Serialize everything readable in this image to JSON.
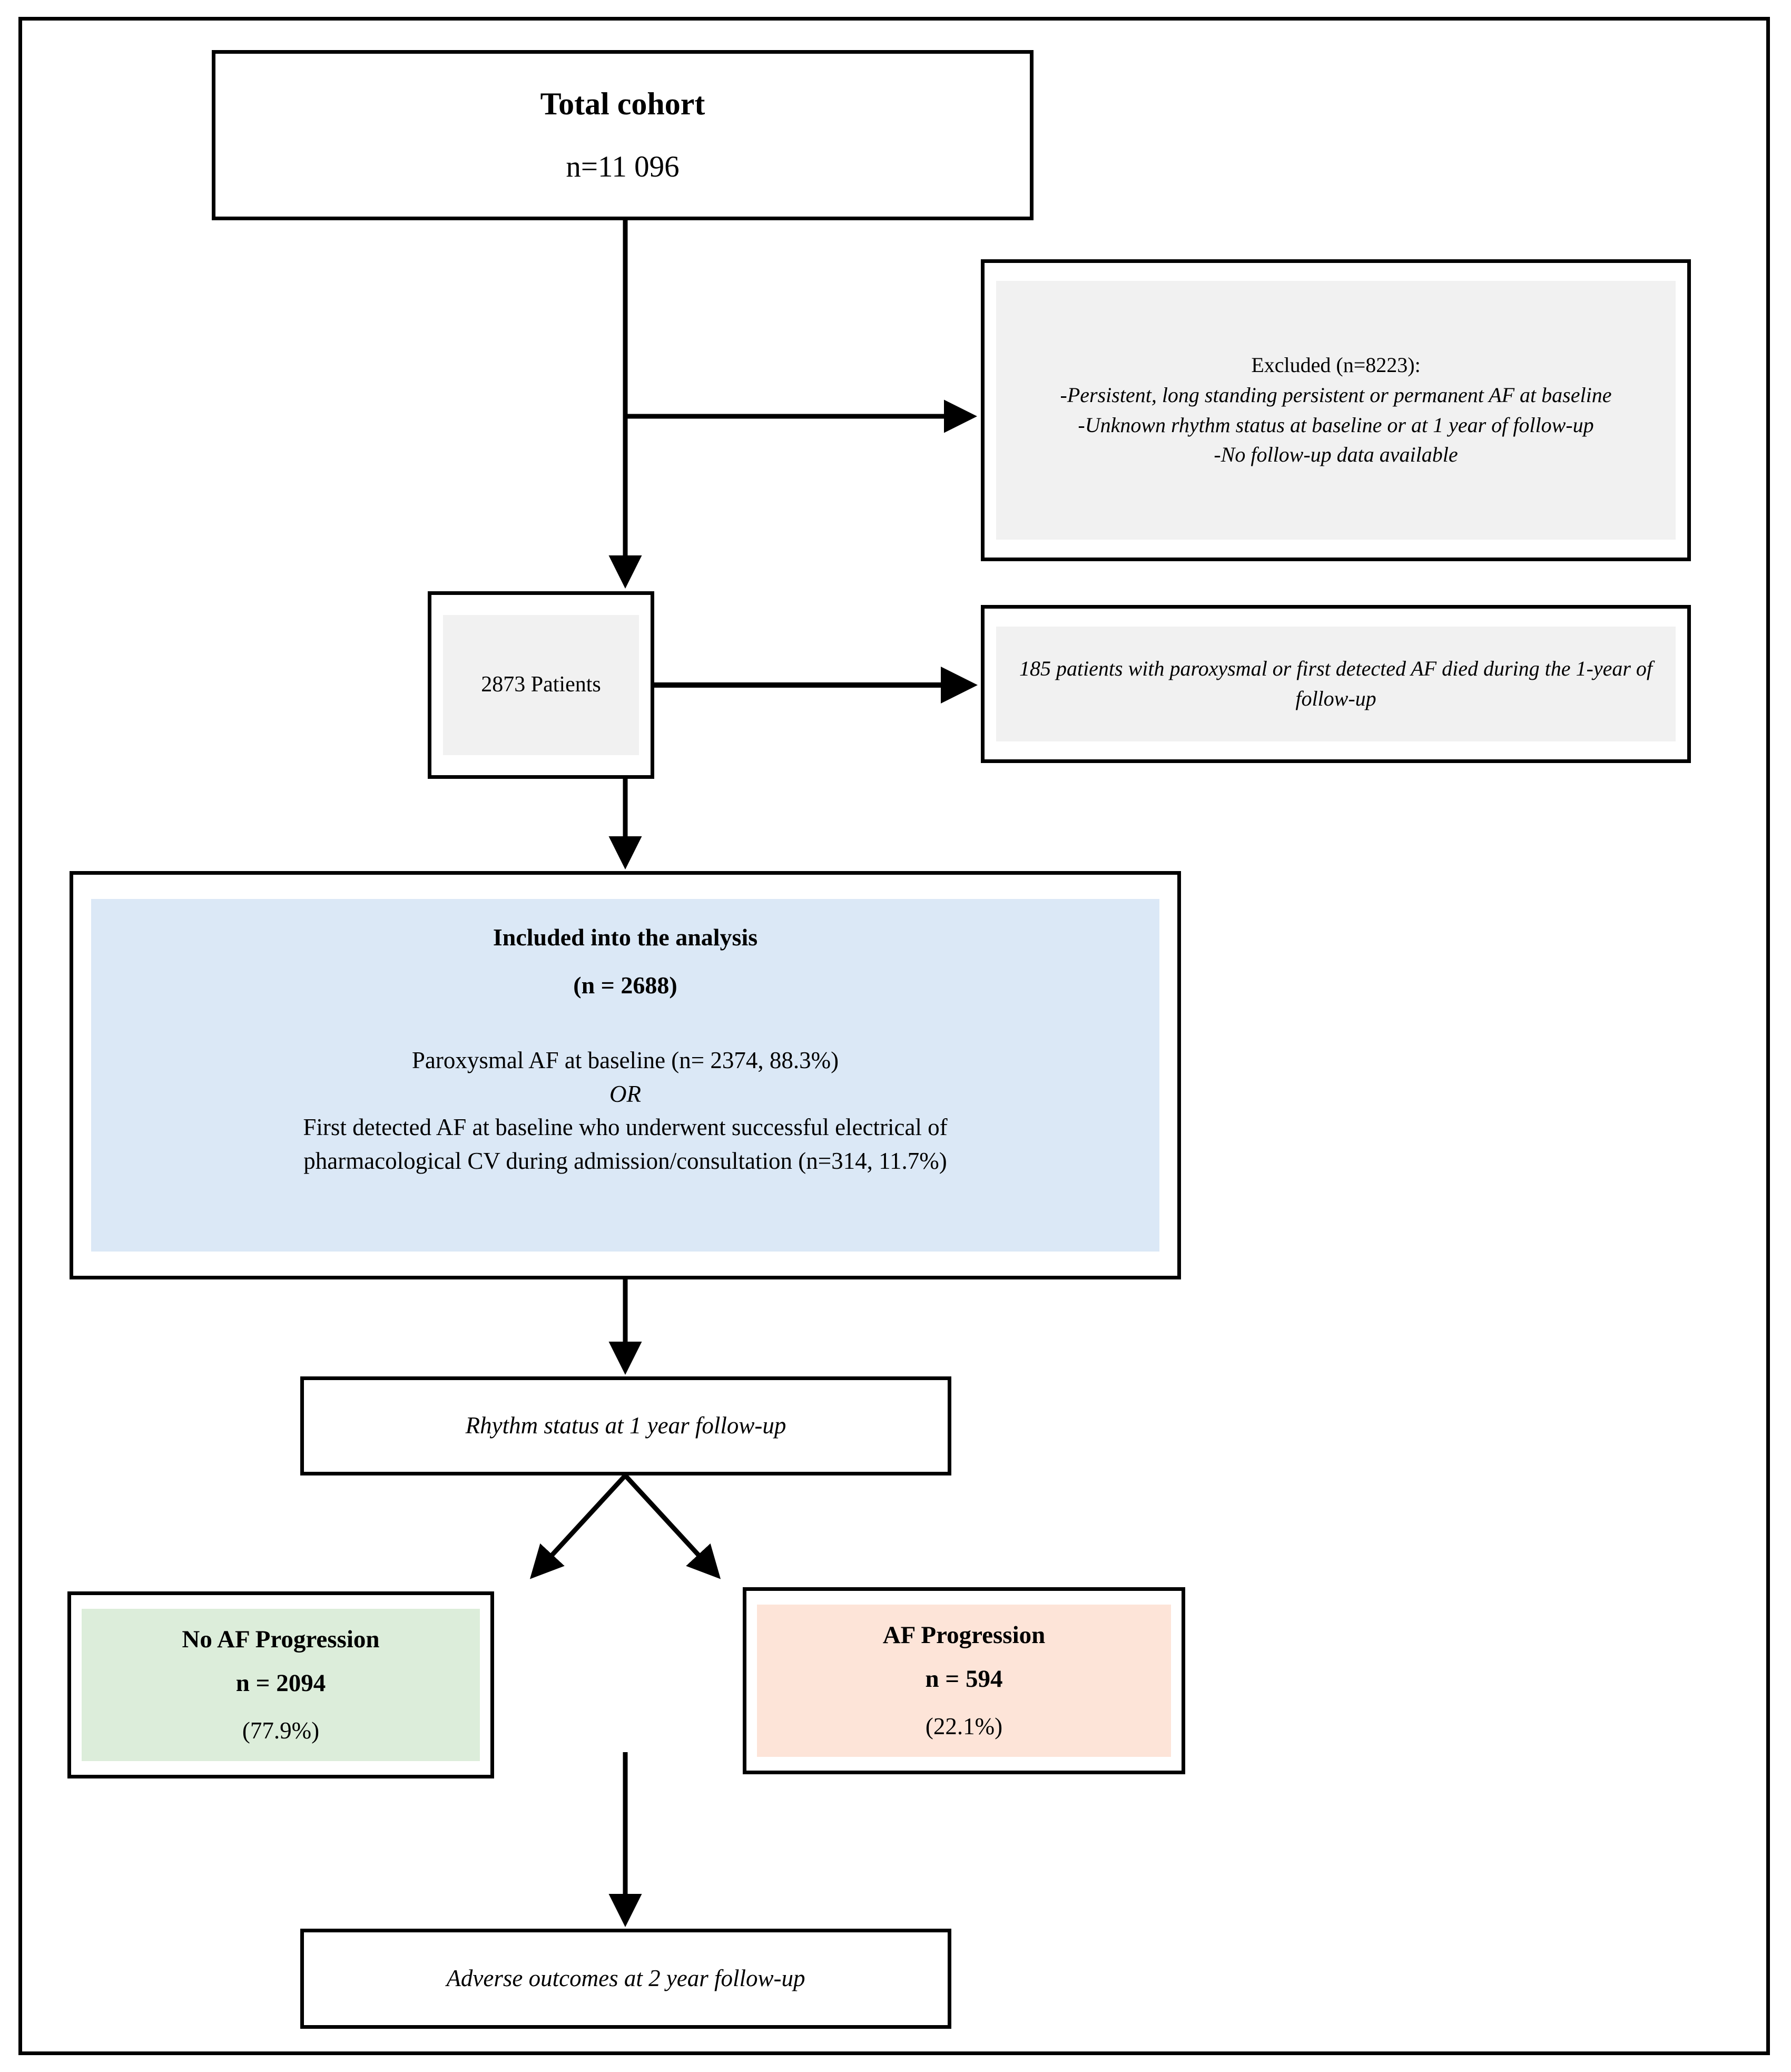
{
  "figure": {
    "type": "flowchart",
    "domain": "study-participant-flow-diagram",
    "colors": {
      "border": "#000000",
      "grey_fill": "#f1f1f1",
      "blue_fill": "#dbe8f6",
      "green_fill": "#dcedda",
      "pink_fill": "#fde4d8",
      "background": "#ffffff"
    }
  },
  "nodes": {
    "total_cohort": {
      "title": "Total cohort",
      "count": "n=11 096"
    },
    "excluded": {
      "heading": "Excluded (n=8223):",
      "reasons": [
        "-Persistent, long standing persistent or permanent AF at baseline",
        "-Unknown rhythm status at baseline or at 1 year of follow-up",
        "-No follow-up data available"
      ]
    },
    "patients": {
      "label": "2873 Patients"
    },
    "died": {
      "text": "185 patients with paroxysmal or first detected AF died during the 1-year of follow-up"
    },
    "included": {
      "heading": "Included into the analysis",
      "count": "(n = 2688)",
      "criterion_1": "Paroxysmal AF at baseline (n= 2374, 88.3%)",
      "connector": "OR",
      "criterion_2_line_1": "First detected AF at baseline who underwent successful electrical of",
      "criterion_2_line_2": "pharmacological CV during admission/consultation (n=314, 11.7%)"
    },
    "rhythm_status": {
      "label": "Rhythm status at 1 year follow-up"
    },
    "no_progression": {
      "title": "No AF Progression",
      "count": "n = 2094",
      "percent": "(77.9%)"
    },
    "progression": {
      "title": "AF Progression",
      "count": "n = 594",
      "percent": "(22.1%)"
    },
    "adverse_outcomes": {
      "label": "Adverse outcomes at 2 year follow-up"
    }
  },
  "chart_data": {
    "type": "flow",
    "title": "Study participant flow diagram",
    "stages": [
      {
        "name": "Total cohort",
        "n": 11096
      },
      {
        "name": "Excluded",
        "n": 8223
      },
      {
        "name": "Patients after exclusion",
        "n": 2873
      },
      {
        "name": "Died during 1-year follow-up",
        "n": 185
      },
      {
        "name": "Included into the analysis",
        "n": 2688
      },
      {
        "name": "Paroxysmal AF at baseline",
        "n": 2374,
        "percent": 88.3
      },
      {
        "name": "First detected AF at baseline with successful CV",
        "n": 314,
        "percent": 11.7
      },
      {
        "name": "No AF Progression",
        "n": 2094,
        "percent": 77.9
      },
      {
        "name": "AF Progression",
        "n": 594,
        "percent": 22.1
      }
    ]
  }
}
